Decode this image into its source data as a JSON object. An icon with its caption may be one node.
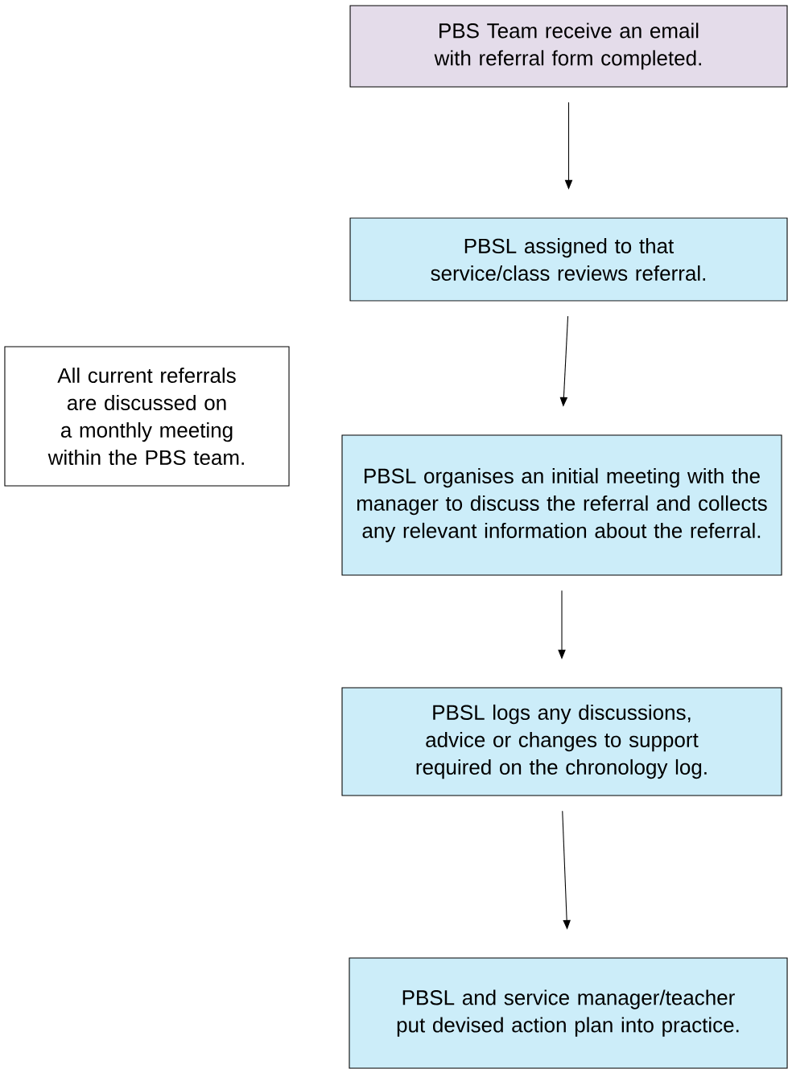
{
  "diagram": {
    "nodes": [
      {
        "text": [
          "PBS Team receive an email with referral form completed."
        ]
      },
      {
        "text": [
          "PBSL assigned to that service/class reviews referral."
        ]
      },
      {
        "text": [
          "All current referrals are discussed on a monthly meeting within the PBS team."
        ]
      },
      {
        "text": [
          "PBSL organises an initial meeting with the manager to discuss the referral and collects any relevant information about the referral."
        ]
      },
      {
        "text": [
          "PBSL logs any discussions, advice or changes to support required on the chronology log."
        ]
      },
      {
        "text": [
          "PBSL and service manager/teacher put devised action plan into practice."
        ]
      }
    ],
    "edges": [
      {
        "from": 0,
        "to": 1,
        "arrow": "to"
      },
      {
        "from": 1,
        "to": 3,
        "arrow": "to"
      },
      {
        "from": 3,
        "to": 4,
        "arrow": "to"
      },
      {
        "from": 4,
        "to": 5,
        "arrow": "to"
      }
    ]
  }
}
